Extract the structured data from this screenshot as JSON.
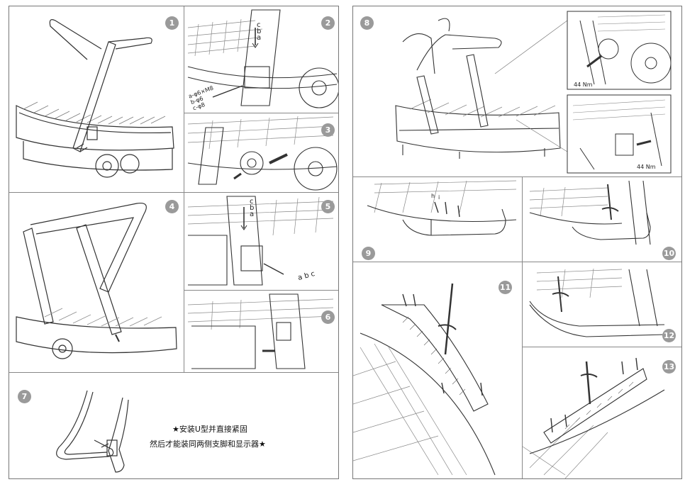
{
  "left_page": {
    "panels": [
      {
        "number": "1"
      },
      {
        "number": "2",
        "part_labels": [
          "c",
          "b",
          "a"
        ],
        "bolt_labels": [
          "a-φ6×M8",
          "b-φ6",
          "c-φ8"
        ]
      },
      {
        "number": "3"
      },
      {
        "number": "4"
      },
      {
        "number": "5",
        "part_labels_top": [
          "c",
          "b",
          "a"
        ],
        "part_labels_side": [
          "a",
          "b",
          "c"
        ]
      },
      {
        "number": "6"
      },
      {
        "number": "7",
        "note_line1": "★安装U型并直接紧固",
        "note_line2": "然后才能装同两侧支脚和显示器★"
      }
    ]
  },
  "right_page": {
    "panels": [
      {
        "number": "8",
        "torque_top": "44 Nm",
        "torque_bottom": "44 Nm"
      },
      {
        "number": "9",
        "labels": [
          "h",
          "i"
        ]
      },
      {
        "number": "10"
      },
      {
        "number": "11"
      },
      {
        "number": "12"
      },
      {
        "number": "13"
      }
    ]
  }
}
